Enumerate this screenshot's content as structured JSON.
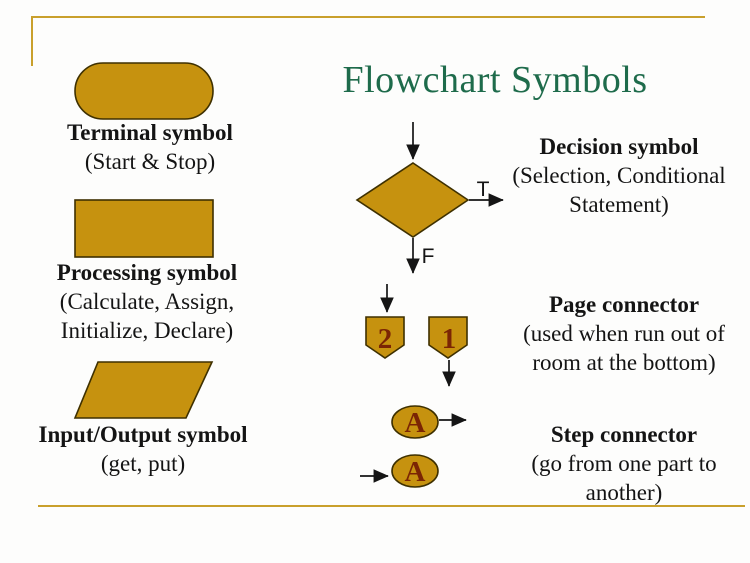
{
  "slide": {
    "title": "Flowchart Symbols",
    "colors": {
      "accent_gold": "#C6920F",
      "shape_outline": "#3E3000",
      "title_green": "#1E6B4B",
      "border_line_gold": "#C9A02C",
      "label_maroon": "#7B2504",
      "text_ink": "#141414"
    },
    "symbols": {
      "terminal": {
        "name": "Terminal symbol",
        "line1": "(Start & Stop)"
      },
      "processing": {
        "name": "Processing symbol",
        "line1": "(Calculate, Assign,",
        "line2": "Initialize, Declare)"
      },
      "io": {
        "name": "Input/Output symbol",
        "line1": "(get, put)"
      },
      "decision": {
        "name": "Decision symbol",
        "line1": "(Selection, Conditional",
        "line2": "Statement)",
        "true_label": "T",
        "false_label": "F"
      },
      "page": {
        "name": "Page connector",
        "line1": "(used when run out of",
        "line2": "room at the bottom)",
        "left_num": "2",
        "right_num": "1"
      },
      "step": {
        "name": "Step connector",
        "line1": "(go from one part to",
        "line2": "another)",
        "out_label": "A",
        "in_label": "A"
      }
    }
  }
}
